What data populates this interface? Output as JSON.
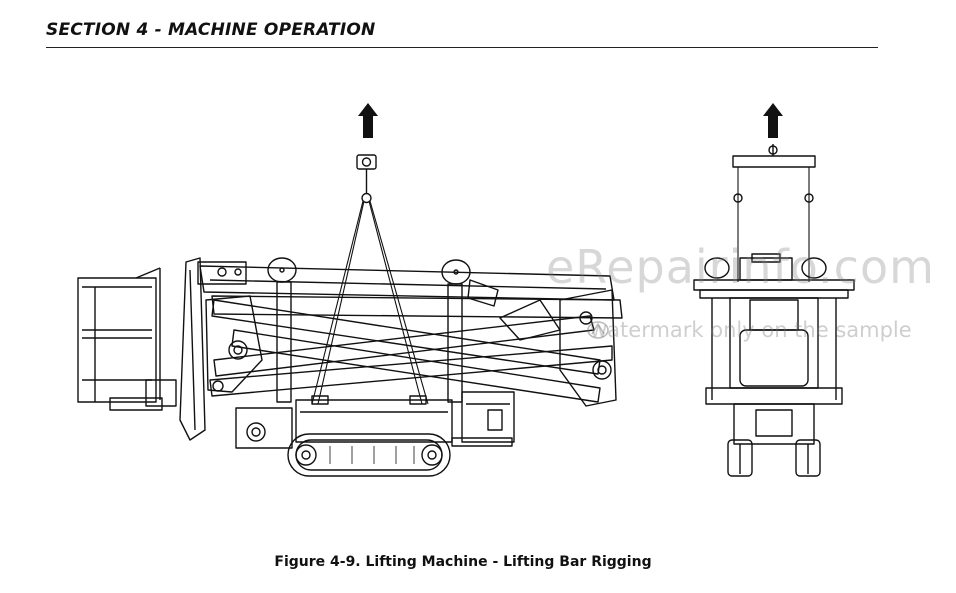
{
  "header": {
    "section_title": "SECTION 4 - MACHINE OPERATION"
  },
  "figure": {
    "caption": "Figure 4-9. Lifting Machine - Lifting Bar Rigging"
  },
  "watermark": {
    "site": "eRepairinfo.com",
    "note": "watermark only on the sample"
  }
}
